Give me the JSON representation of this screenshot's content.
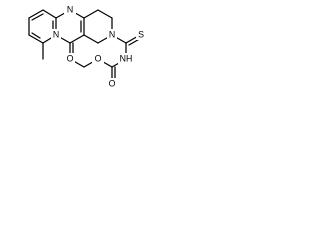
{
  "structure": {
    "atoms": {
      "ring_n_top": "N",
      "ring_n_left": "N",
      "carbonyl_oxygen": "O",
      "piperidine_n": "N",
      "thione_sulfur": "S",
      "amide_nh": "NH",
      "ester_o_double": "O",
      "ester_o_single": "O"
    }
  }
}
